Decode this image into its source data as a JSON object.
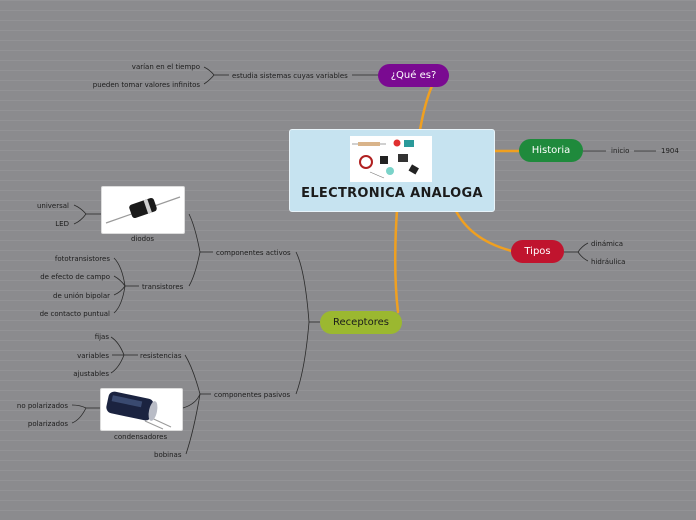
{
  "central": {
    "title": "ELECTRONICA ANALOGA",
    "image_icon": "electronic-components-image"
  },
  "branches": {
    "que_es": {
      "label": "¿Qué es?",
      "color": "#7a0a91",
      "child": "estudia sistemas cuyas variables",
      "leaves": [
        "varían en el tiempo",
        "pueden tomar valores infinitos"
      ]
    },
    "historia": {
      "label": "Historia",
      "color": "#1f8a3c",
      "child": "inicio",
      "leaf": "1904"
    },
    "tipos": {
      "label": "Tipos",
      "color": "#c0142e",
      "children": [
        "dinámica",
        "hidráulica"
      ]
    },
    "receptores": {
      "label": "Receptores",
      "color": "#9bb830",
      "activos": {
        "label": "componentes activos",
        "diodos": {
          "label": "diodos",
          "image_icon": "diode-image",
          "items": [
            "universal",
            "LED"
          ]
        },
        "transistores": {
          "label": "transistores",
          "items": [
            "fototransistores",
            "de efecto de campo",
            "de unión bipolar",
            "de contacto puntual"
          ]
        }
      },
      "pasivos": {
        "label": "componentes pasivos",
        "resistencias": {
          "label": "resistencias",
          "items": [
            "fijas",
            "variables",
            "ajustables"
          ]
        },
        "condensadores": {
          "label": "condensadores",
          "image_icon": "capacitor-image",
          "items": [
            "no polarizados",
            "polarizados"
          ]
        },
        "bobinas": {
          "label": "bobinas"
        }
      }
    }
  },
  "colors": {
    "main_connector": "#f0a020",
    "sub_connector": "#2a2a2a",
    "background": "#8b8b8e"
  }
}
